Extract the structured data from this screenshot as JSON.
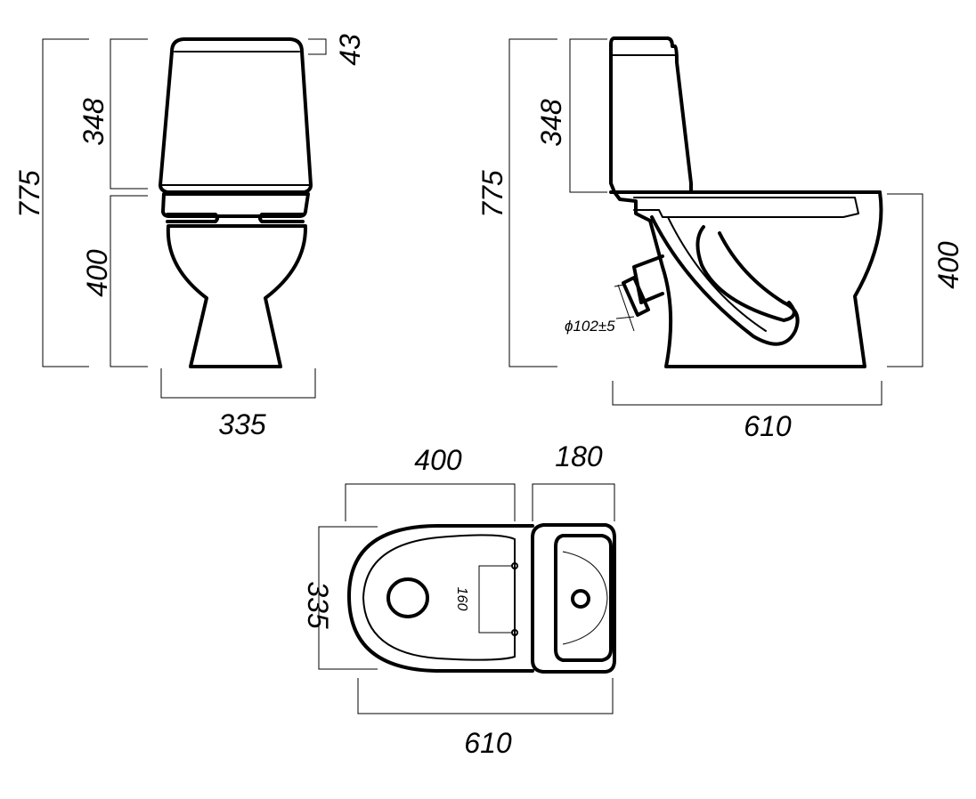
{
  "front_view": {
    "total_height": "775",
    "tank_height": "348",
    "lid_height": "43",
    "bowl_height": "400",
    "width": "335"
  },
  "side_view": {
    "total_height": "775",
    "tank_height": "348",
    "bowl_height": "400",
    "depth": "610",
    "outlet_diameter": "ϕ102±5"
  },
  "top_view": {
    "bowl_length": "400",
    "tank_depth": "180",
    "width": "335",
    "total_length": "610",
    "mounting_hole_spacing": "160"
  }
}
